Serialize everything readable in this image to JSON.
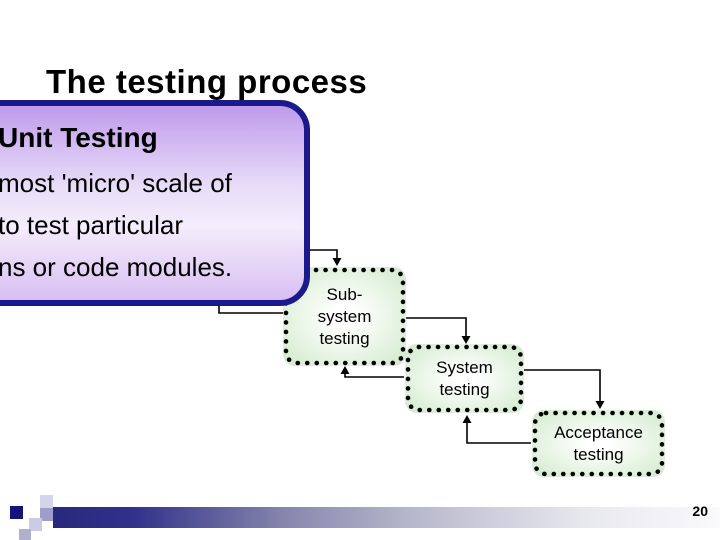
{
  "slide": {
    "title": "The testing process",
    "page_number": "20"
  },
  "popup": {
    "title": "Unit Testing",
    "body_lines": [
      "most 'micro' scale of",
      "to test particular",
      "ns or code modules."
    ]
  },
  "diagram": {
    "boxes": [
      {
        "id": "sub-system-testing",
        "label": "Sub-\nsystem\ntesting"
      },
      {
        "id": "system-testing",
        "label": "System\ntesting"
      },
      {
        "id": "acceptance-testing",
        "label": "Acceptance\ntesting"
      }
    ]
  },
  "colors": {
    "popup_border": "#1a1a8c",
    "popup_gradient_top": "#bf9bec",
    "popup_gradient_mid": "#f4edfc",
    "popup_gradient_bottom": "#d8bff2",
    "box_fill_edge": "#cfe9ca",
    "box_fill_center": "#ffffff",
    "box_dot_color": "#000000",
    "footer_bar_dark": "#28287c",
    "footer_square_navy": "#14147a",
    "text_color": "#000000"
  }
}
